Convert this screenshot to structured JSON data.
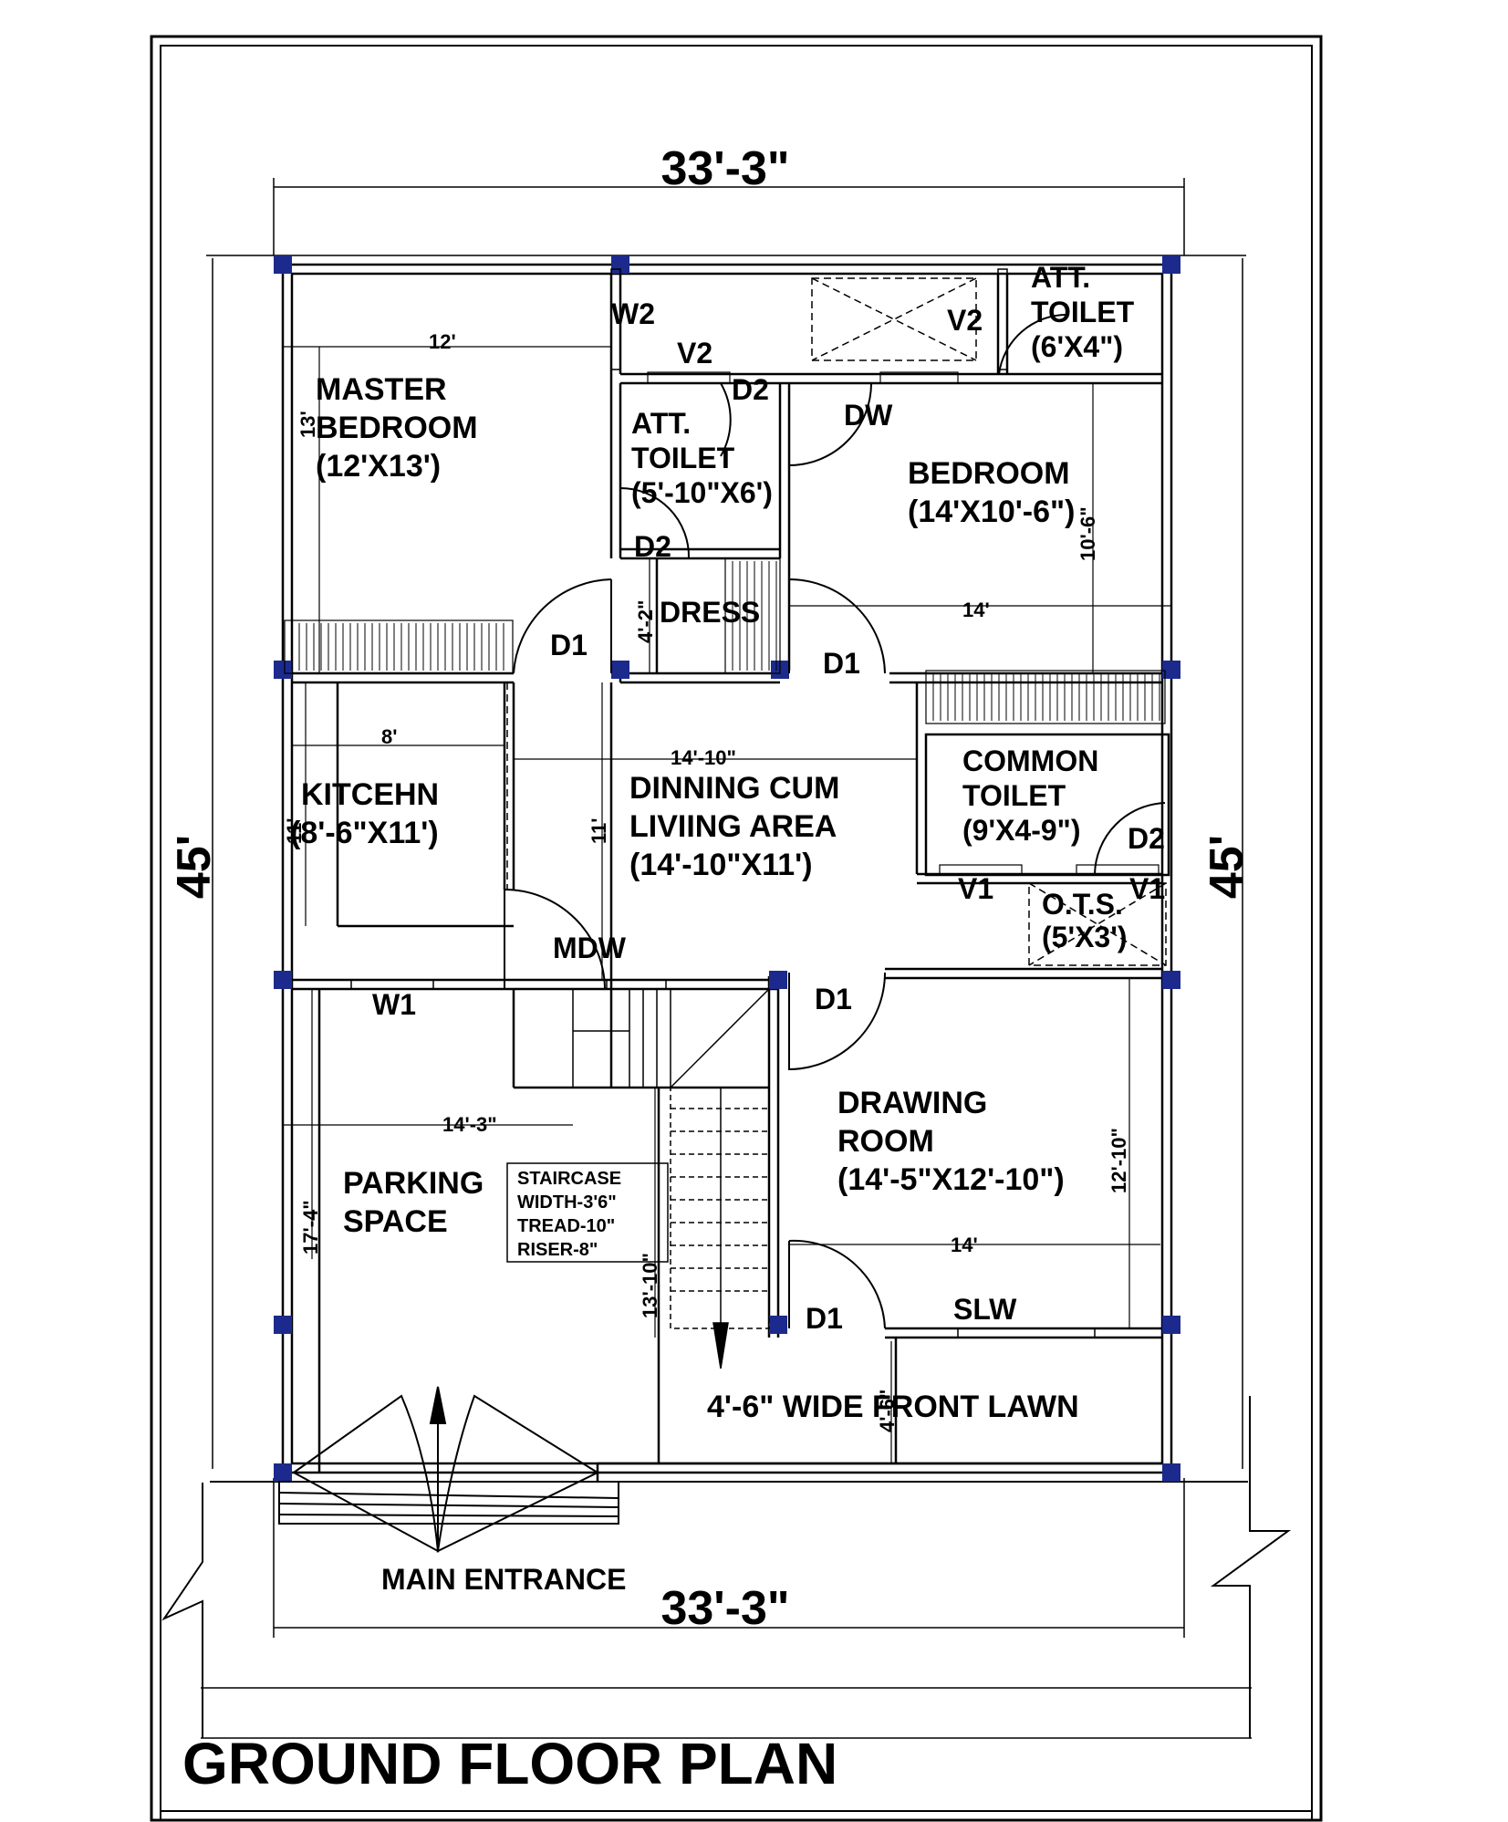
{
  "title": "GROUND FLOOR PLAN",
  "overall": {
    "width": "33'-3\"",
    "depth": "45'"
  },
  "rooms": {
    "master_bedroom": [
      "MASTER",
      "BEDROOM",
      "(12'X13')"
    ],
    "att_toilet_top": [
      "ATT.",
      "TOILET",
      "(6'X4\")"
    ],
    "att_toilet_mid": [
      "ATT.",
      "TOILET",
      "(5'-10\"X6')"
    ],
    "bedroom": [
      "BEDROOM",
      "(14'X10'-6\")"
    ],
    "dress": "DRESS",
    "kitchen": [
      "KITCEHN",
      "(8'-6\"X11')"
    ],
    "dining": [
      "DINNING CUM",
      "LIVIING AREA",
      "(14'-10\"X11')"
    ],
    "common_toilet": [
      "COMMON",
      "TOILET",
      "(9'X4-9\")"
    ],
    "ots": [
      "O.T.S.",
      "(5'X3')"
    ],
    "drawing": [
      "DRAWING",
      "ROOM",
      "(14'-5\"X12'-10\")"
    ],
    "parking": [
      "PARKING",
      "SPACE"
    ],
    "lawn": "4'-6\" WIDE FRONT LAWN",
    "entrance": "MAIN ENTRANCE",
    "staircase_note": [
      "STAIRCASE",
      "WIDTH-3'6\"",
      "TREAD-10\"",
      "RISER-8\""
    ]
  },
  "openings": {
    "d1": "D1",
    "d2": "D2",
    "dw": "DW",
    "mdw": "MDW",
    "w1": "W1",
    "w2": "W2",
    "v1": "V1",
    "v2": "V2",
    "slw": "SLW"
  },
  "dims": {
    "d12": "12'",
    "d13": "13'",
    "d14": "14'",
    "d10_6": "10'-6\"",
    "d4_2": "4'-2\"",
    "d8": "8'",
    "d11": "11'",
    "d14_10": "14'-10\"",
    "d14_3": "14'-3\"",
    "d17_4": "17'-4\"",
    "d13_10": "13'-10\"",
    "d12_10": "12'-10\"",
    "d4_6": "4'-6\""
  }
}
